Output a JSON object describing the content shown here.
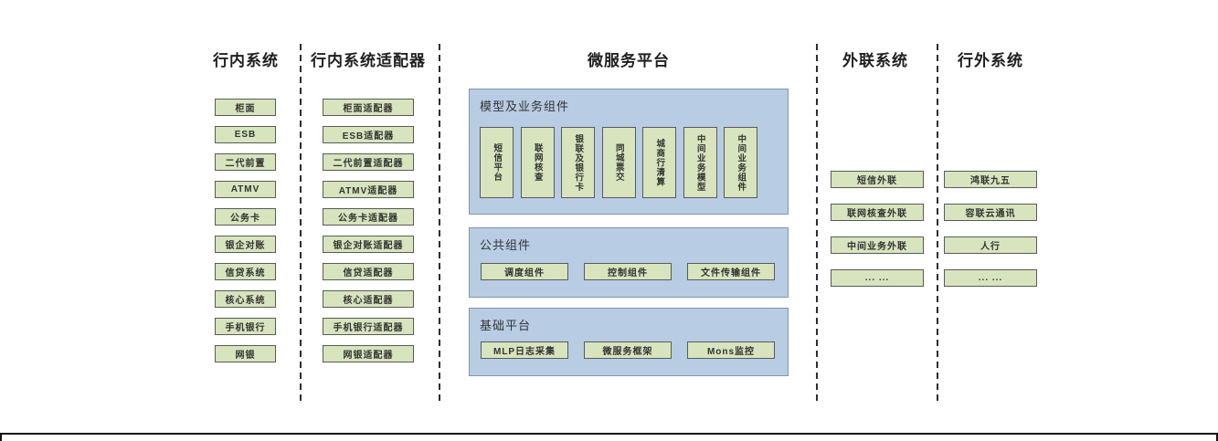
{
  "columns": {
    "internal": {
      "title": "行内系统",
      "items": [
        "柜面",
        "ESB",
        "二代前置",
        "ATMV",
        "公务卡",
        "银企对账",
        "信贷系统",
        "核心系统",
        "手机银行",
        "网银"
      ]
    },
    "adapters": {
      "title": "行内系统适配器",
      "items": [
        "柜面适配器",
        "ESB适配器",
        "二代前置适配器",
        "ATMV适配器",
        "公务卡适配器",
        "银企对账适配器",
        "信贷适配器",
        "核心适配器",
        "手机银行适配器",
        "网银适配器"
      ]
    },
    "platform": {
      "title": "微服务平台",
      "panels": {
        "model": {
          "title": "模型及业务组件",
          "items": [
            "短信平台",
            "联网核查",
            "银联及银行卡",
            "同城票交",
            "城商行清算",
            "中间业务模型",
            "中间业务组件"
          ]
        },
        "common": {
          "title": "公共组件",
          "items": [
            "调度组件",
            "控制组件",
            "文件传输组件"
          ]
        },
        "base": {
          "title": "基础平台",
          "items": [
            "MLP日志采集",
            "微服务框架",
            "Mons监控"
          ]
        }
      }
    },
    "outreach": {
      "title": "外联系统",
      "items": [
        "短信外联",
        "联网核查外联",
        "中间业务外联",
        "... ..."
      ]
    },
    "external": {
      "title": "行外系统",
      "items": [
        "鸿联九五",
        "容联云通讯",
        "人行",
        "... ..."
      ]
    }
  },
  "colors": {
    "box-fill": "#d7e4bd",
    "box-border": "#5a5a5a",
    "panel-fill": "#b8cce4",
    "panel-border": "#8096ad",
    "dash": "#2e2e2e",
    "frame": "#141414"
  }
}
